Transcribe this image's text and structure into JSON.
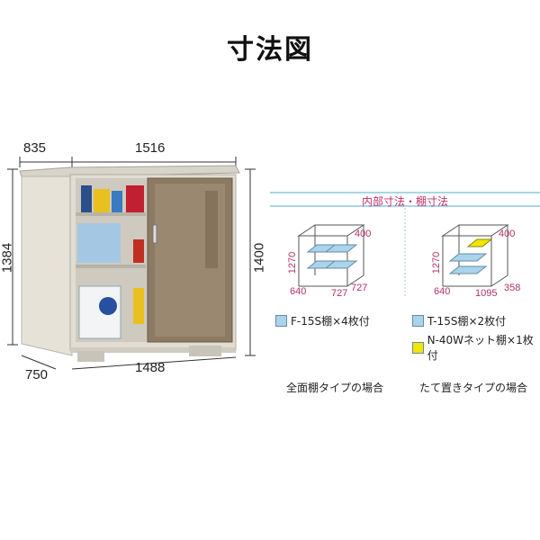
{
  "title": "寸法図",
  "shed_dims": {
    "top_depth": "835",
    "top_width": "1516",
    "left_height": "1384",
    "right_height": "1400",
    "bottom_depth": "750",
    "bottom_width": "1488"
  },
  "panel": {
    "header_part1": "内部寸法",
    "header_sep": "・",
    "header_part2": "棚寸法"
  },
  "diagram_left": {
    "height": "1270",
    "depth": "640",
    "shelf_depth": "400",
    "width_a": "727",
    "width_b": "727",
    "legend": "F-15S棚×4枚付",
    "caption": "全面棚タイプの場合"
  },
  "diagram_right": {
    "height": "1270",
    "depth": "640",
    "shelf_depth": "400",
    "width_a": "1095",
    "width_b": "358",
    "legend_1": "T-15S棚×2枚付",
    "legend_2": "N-40Wネット棚×1枚付",
    "caption": "たて置きタイプの場合"
  },
  "colors": {
    "shelf_blue": "#a8d4ec",
    "net_yellow": "#f2e600",
    "accent_pink": "#c0306a",
    "door_bronze": "#8c7a62",
    "frame_light": "#e2ddd2"
  }
}
